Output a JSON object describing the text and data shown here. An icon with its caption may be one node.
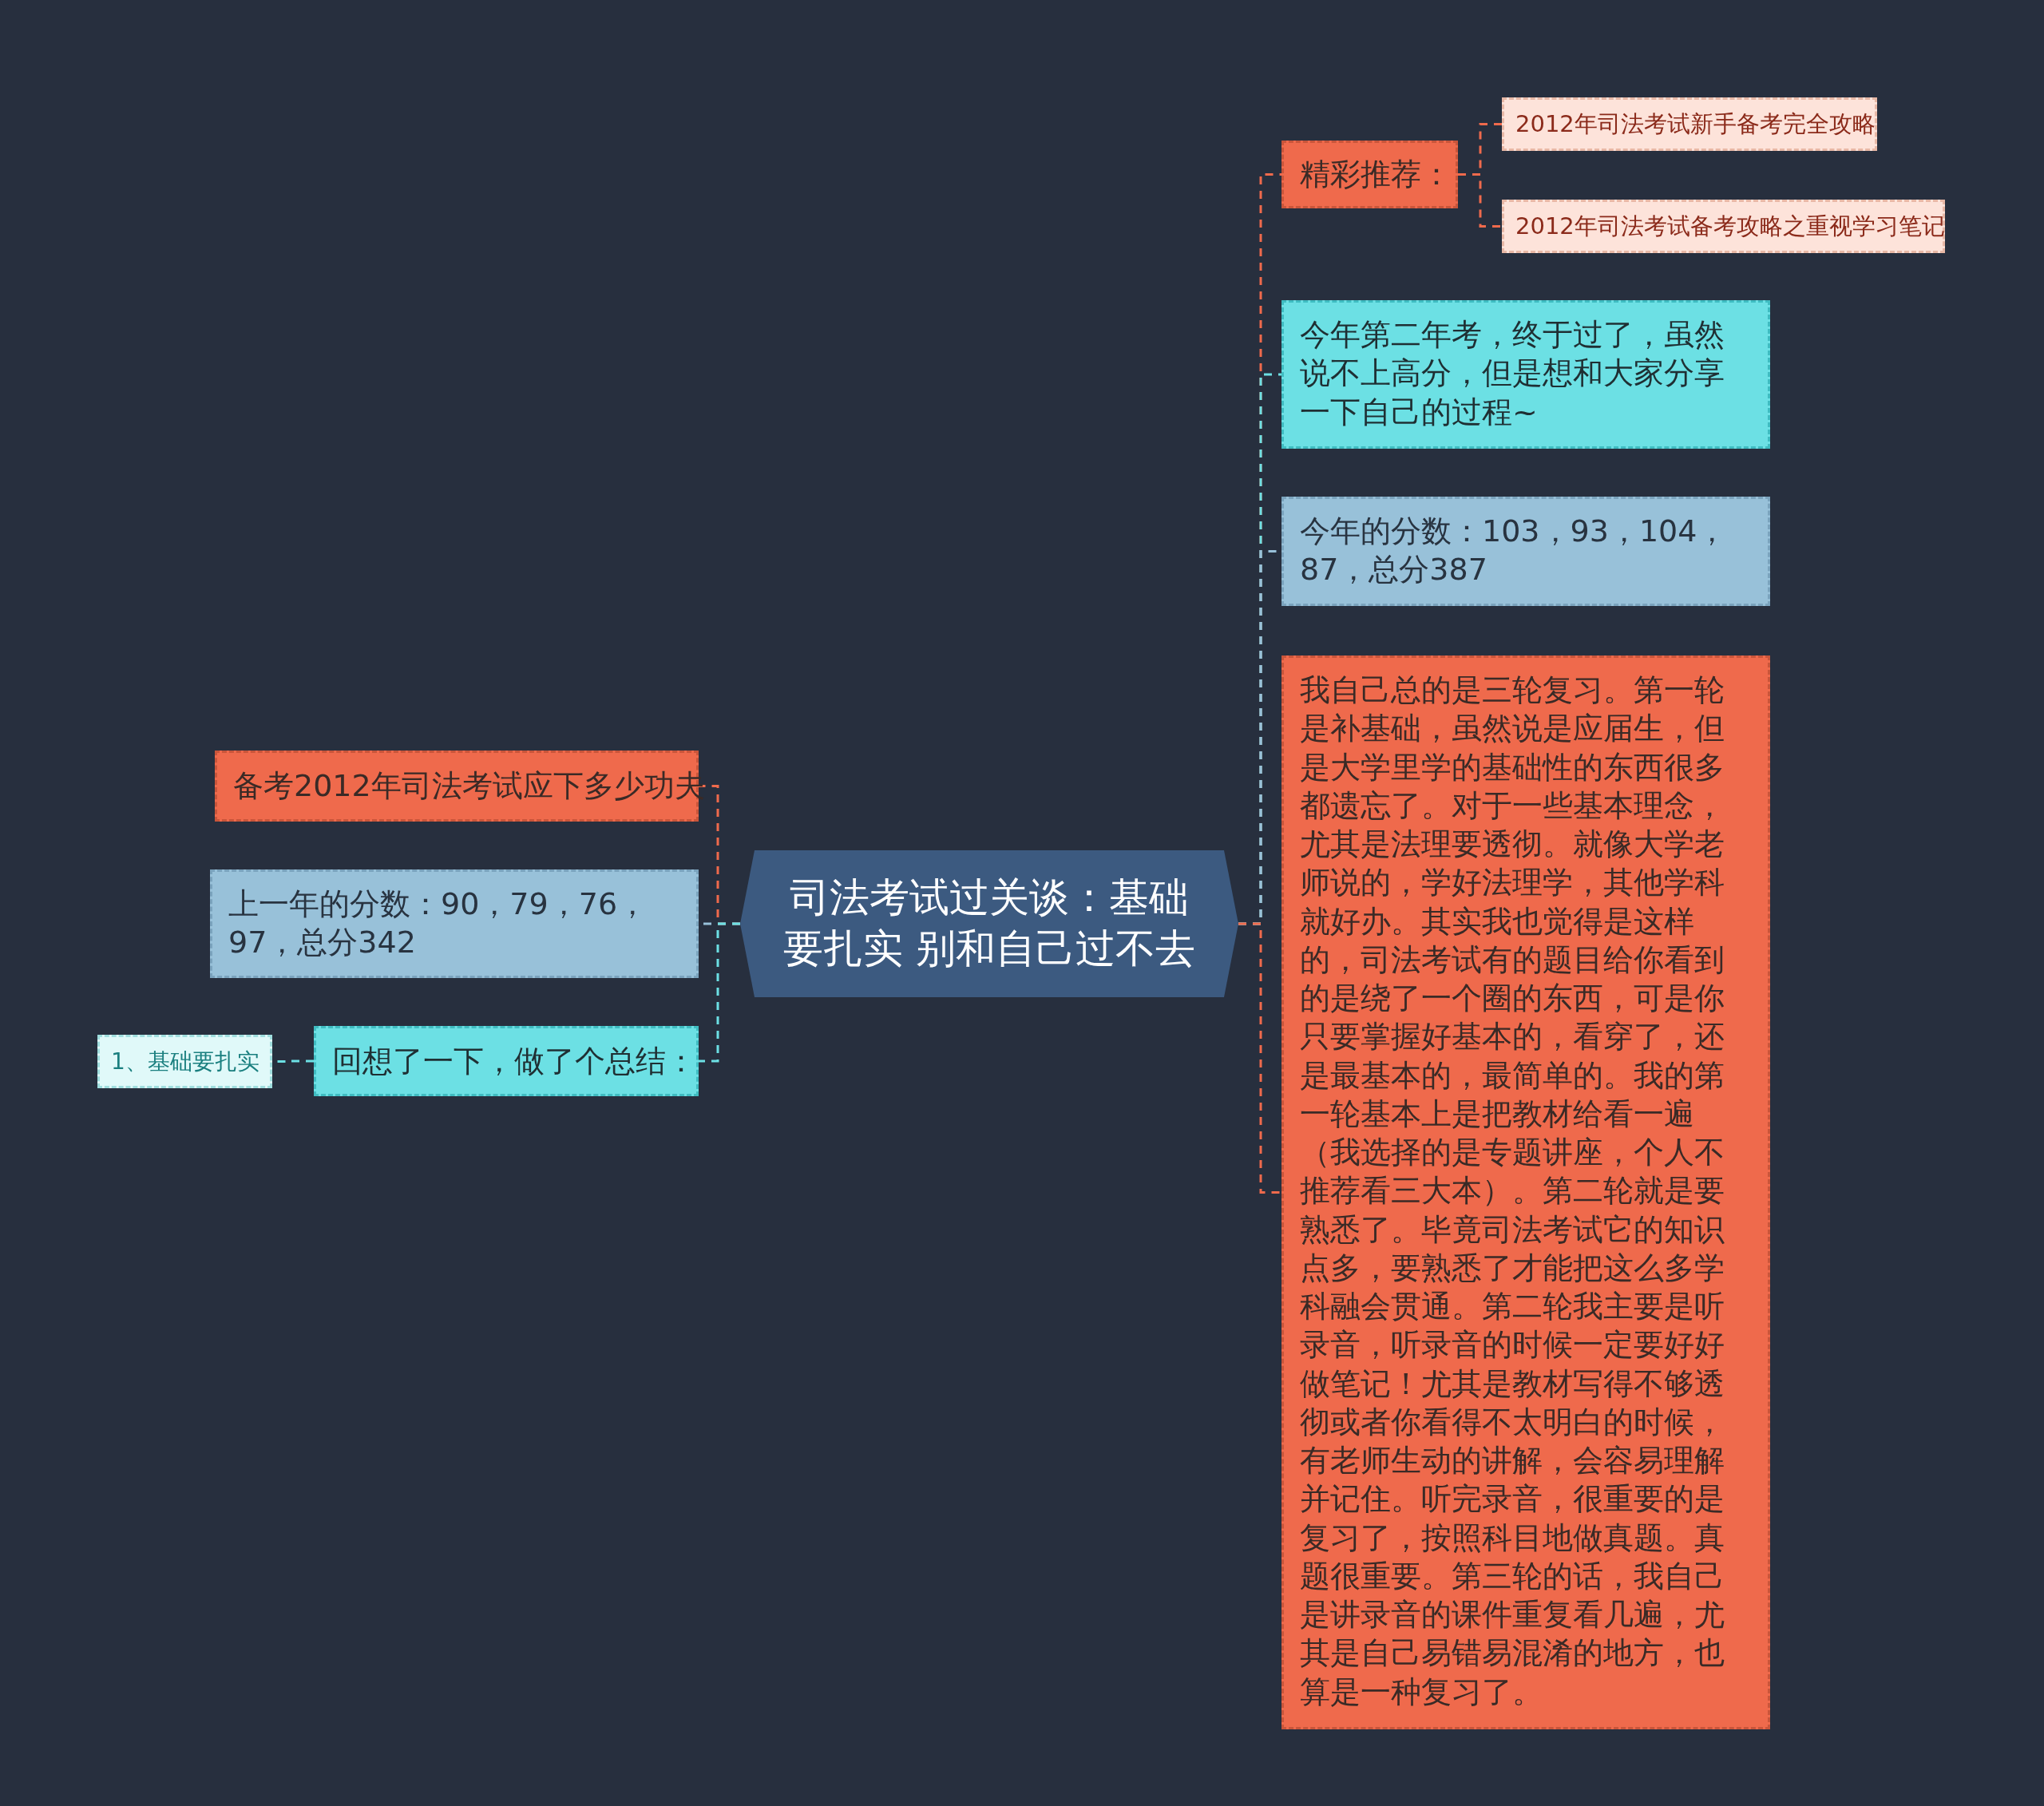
{
  "diagram": {
    "nodes": [
      {
        "text": [
          "司法考试过关谈：基础要扎实 别和自己过不去"
        ]
      },
      {
        "text": [
          "精彩推荐："
        ]
      },
      {
        "text": [
          "2012年司法考试新手备考完全攻略"
        ]
      },
      {
        "text": [
          "2012年司法考试备考攻略之重视学习笔记"
        ]
      },
      {
        "text": [
          "今年第二年考，终于过了，虽然说不上高分，但是想和大家分享一下自己的过程~"
        ]
      },
      {
        "text": [
          "今年的分数：103，93，104，87，总分387"
        ]
      },
      {
        "text": [
          "我自己总的是三轮复习。第一轮是补基础，虽然说是应届生，但是大学里学的基础性的东西很多都遗忘了。对于一些基本理念，尤其是法理要透彻。就像大学老师说的，学好法理学，其他学科就好办。其实我也觉得是这样的，司法考试有的题目给你看到的是绕了一个圈的东西，可是你只要掌握好基本的，看穿了，还是最基本的，最简单的。我的第一轮基本上是把教材给看一遍（我选择的是专题讲座，个人不推荐看三大本）。第二轮就是要熟悉了。毕竟司法考试它的知识点多，要熟悉了才能把这么多学科融会贯通。第二轮我主要是听录音，听录音的时候一定要好好做笔记！尤其是教材写得不够透彻或者你看得不太明白的时候，有老师生动的讲解，会容易理解并记住。听完录音，很重要的是复习了，按照科目地做真题。真题很重要。第三轮的话，我自己是讲录音的课件重复看几遍，尤其是自己易错易混淆的地方，也算是一种复习了。"
        ]
      },
      {
        "text": [
          "备考2012年司法考试应下多少功夫"
        ]
      },
      {
        "text": [
          "上一年的分数：90，79，76，97，总分342"
        ]
      },
      {
        "text": [
          "回想了一下，做了个总结："
        ]
      },
      {
        "text": [
          "1、基础要扎实"
        ]
      }
    ],
    "edges": [
      {
        "from": 0,
        "to": 1,
        "arrow": "none"
      },
      {
        "from": 1,
        "to": 2,
        "arrow": "none"
      },
      {
        "from": 1,
        "to": 3,
        "arrow": "none"
      },
      {
        "from": 0,
        "to": 4,
        "arrow": "none",
        "color": "#6ce0e4"
      },
      {
        "from": 0,
        "to": 5,
        "arrow": "none",
        "color": "#98c1d9"
      },
      {
        "from": 0,
        "to": 6,
        "arrow": "none"
      },
      {
        "from": 0,
        "to": 7,
        "arrow": "none"
      },
      {
        "from": 0,
        "to": 8,
        "arrow": "none",
        "color": "#98c1d9"
      },
      {
        "from": 0,
        "to": 9,
        "arrow": "none",
        "color": "#6ce0e4"
      },
      {
        "from": 9,
        "to": 10,
        "arrow": "none",
        "color": "#6ce0e4"
      }
    ]
  }
}
